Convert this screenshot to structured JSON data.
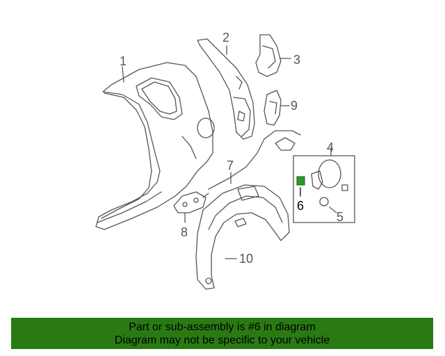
{
  "callouts": {
    "n1": "1",
    "n2": "2",
    "n3": "3",
    "n4": "4",
    "n5": "5",
    "n6": "6",
    "n7": "7",
    "n8": "8",
    "n9": "9",
    "n10": "10"
  },
  "colors": {
    "line": "#555555",
    "highlight_part": "#2a9a2a",
    "banner_bg": "#2a7a14",
    "banner_text": "#000000"
  },
  "banner": {
    "line1": "Part or sub-assembly is #6 in diagram",
    "line2": "Diagram may not be specific to your vehicle"
  }
}
